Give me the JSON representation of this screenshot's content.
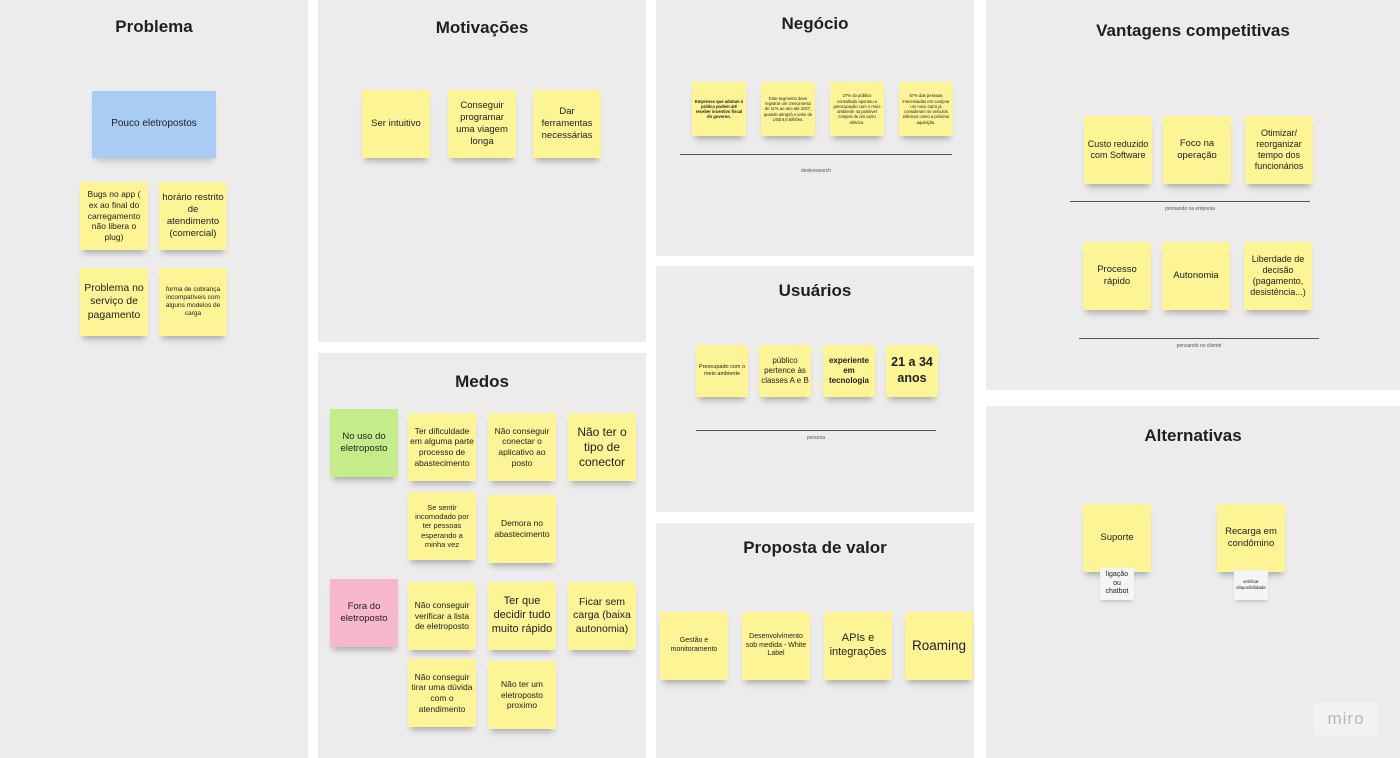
{
  "problema": {
    "title": "Problema",
    "notes": [
      "Pouco eletropostos",
      "Bugs no app ( ex ao final do carregamento não libera o plug)",
      "horário restrito de atendimento (comercial)",
      "Problema no serviço de pagamento",
      "forma de cobrança incompatíveis com alguns modelos de  carga"
    ]
  },
  "motivacoes": {
    "title": "Motivações",
    "notes": [
      "Ser intuitivo",
      "Conseguir programar uma viagem longa",
      "Dar ferramentas necessárias"
    ]
  },
  "medos": {
    "title": "Medos",
    "categories": [
      "No uso do eletroposto",
      "Fora do eletroposto"
    ],
    "notes": [
      "Ter dificuldade em alguma parte processo de abastecimento",
      "Não conseguir conectar o aplicativo ao posto",
      "Não ter o tipo de conector",
      "Se sentir incomodado por ter pessoas esperando a minha vez",
      "Demora no abastecimento",
      "Não conseguir verificar a lista de eletroposto",
      "Ter que decidir tudo muito rápido",
      "Ficar sem carga (baixa autonomia)",
      "Não conseguir tirar uma dúvida com o atendimento",
      "Não ter um eletroposto proximo"
    ]
  },
  "negocio": {
    "title": "Negócio",
    "notes": [
      "Empresas que adotam à prática podem até receber incentivo fiscal do governo.",
      "Este segmento deve registrar um crescimento de 11% ao ano até 2027, quando atingirá o valor de US$ 6,6 bilhões.",
      "27% do público consultado apontou a preocupação com o meio ambiente na possível compra de um carro elétrico.",
      "57% das pessoas interessadas em comprar um novo carro já consideram os veículos elétricos como a próxima aquisição."
    ],
    "caption": "deskresearch"
  },
  "usuarios": {
    "title": "Usuários",
    "notes": [
      "Preocupado com o meio ambiente",
      "público pertence às classes A e B",
      "experiente em tecnologia",
      "21 a 34 anos"
    ],
    "caption": "persona"
  },
  "proposta": {
    "title": "Proposta de valor",
    "notes": [
      "Gestão e monitoramento",
      "Desenvolvimento sob medida - White Label",
      "APIs e integrações",
      "Roaming"
    ]
  },
  "vantagens": {
    "title": "Vantagens competitivas",
    "notes": [
      "Custo reduzido com Software",
      "Foco na operação",
      "Otimizar/ reorganizar tempo dos funcionários",
      "Processo rápido",
      "Autonomia",
      "Liberdade de decisão (pagamento, desistência...)"
    ],
    "caption_empresa": "pensando na empresa",
    "caption_cliente": "pensando no cliente"
  },
  "alternativas": {
    "title": "Alternativas",
    "notes": [
      "Suporte",
      "Recarga em condômino"
    ],
    "subnotes": [
      "ligação ou chatbot",
      "verificar disponibilidade"
    ]
  },
  "logo": "miro"
}
